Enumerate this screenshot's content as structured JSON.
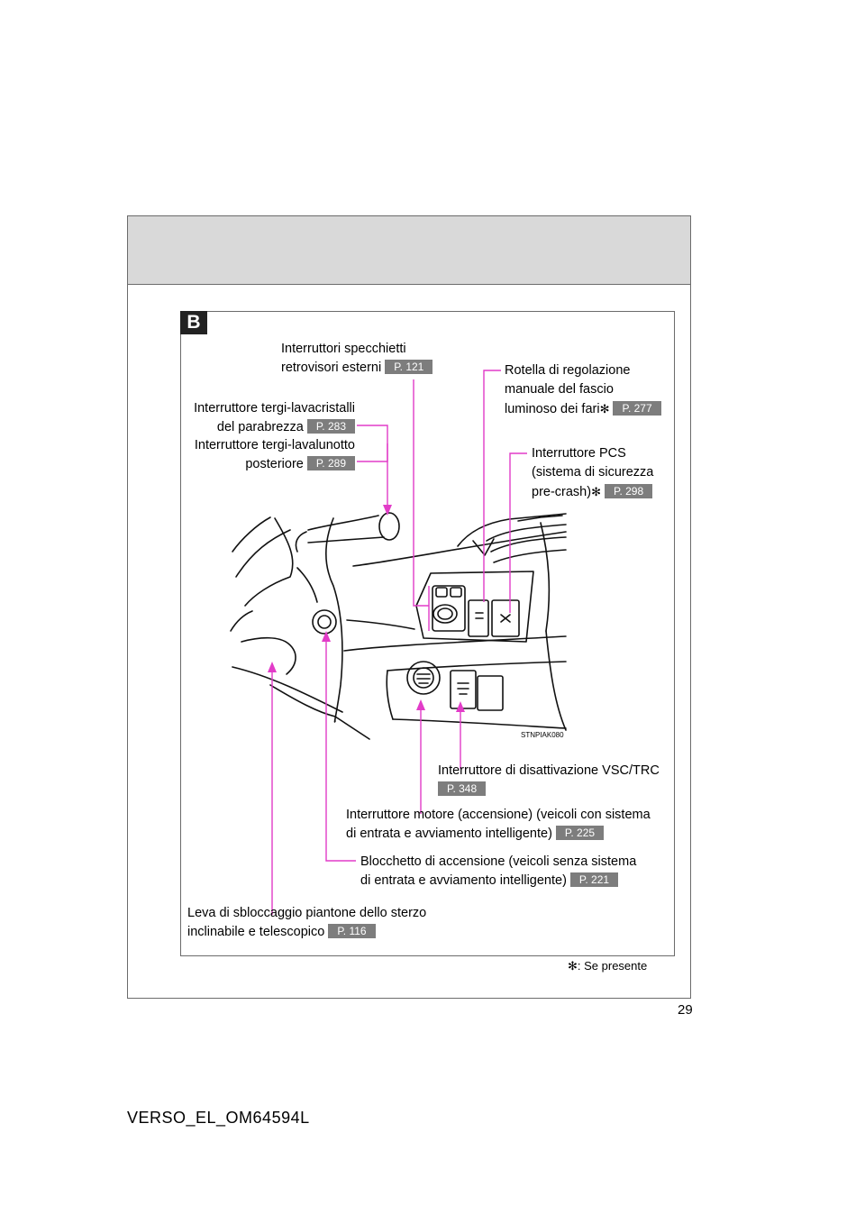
{
  "section": {
    "tag": "B"
  },
  "labels": {
    "mirror": {
      "line1": "Interruttori specchietti",
      "line2": "retrovisori esterni",
      "ref": "P. 121"
    },
    "wiper_front": {
      "line1": "Interruttore tergi-lavacristalli",
      "line2": "del parabrezza",
      "ref": "P. 283"
    },
    "wiper_rear": {
      "line1": "Interruttore tergi-lavalunotto",
      "line2": "posteriore",
      "ref": "P. 289"
    },
    "headlight": {
      "line1": "Rotella di regolazione",
      "line2": "manuale del fascio",
      "line3": "luminoso dei fari",
      "star": "✻",
      "ref": "P. 277"
    },
    "pcs": {
      "line1": "Interruttore PCS",
      "line2": "(sistema di sicurezza",
      "line3": "pre-crash)",
      "star": "✻",
      "ref": "P. 298"
    },
    "vsc": {
      "line1": "Interruttore di disattivazione VSC/TRC",
      "ref": "P. 348"
    },
    "engine": {
      "line1": "Interruttore motore (accensione) (veicoli con sistema",
      "line2": "di entrata e avviamento intelligente)",
      "ref": "P. 225"
    },
    "ignition": {
      "line1": "Blocchetto di accensione (veicoli senza sistema",
      "line2": "di entrata e avviamento intelligente)",
      "ref": "P. 221"
    },
    "steering": {
      "line1": "Leva di sbloccaggio piantone dello sterzo",
      "line2": "inclinabile e telescopico",
      "ref": "P. 116"
    }
  },
  "illustration_code": "STNPIAK080",
  "footnote": {
    "star": "✻",
    "text": ": Se presente"
  },
  "page_number": "29",
  "document_id": "VERSO_EL_OM64594L",
  "colors": {
    "leader": "#e23cc8",
    "ref_badge": "#7d7d7d",
    "header_band": "#d9d9d9"
  }
}
